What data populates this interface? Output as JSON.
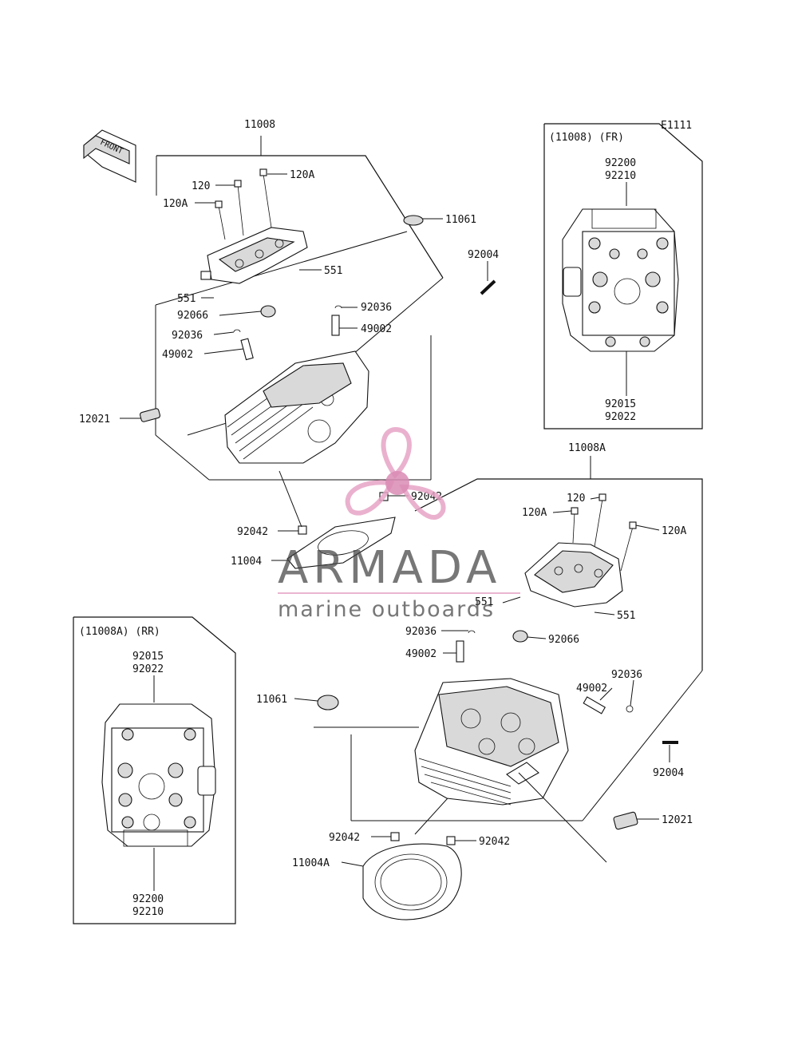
{
  "diagram": {
    "code": "E1111",
    "front_arrow_text": "FRONT",
    "inset_front": {
      "title": "(11008) (FR)",
      "top_parts": [
        "92200",
        "92210"
      ],
      "bottom_parts": [
        "92015",
        "92022"
      ]
    },
    "inset_rear": {
      "title": "(11008A) (RR)",
      "top_parts": [
        "92015",
        "92022"
      ],
      "bottom_parts": [
        "92200",
        "92210"
      ]
    },
    "front_head": {
      "assembly": "11008",
      "labels": {
        "bolt_120": "120",
        "bolt_120a_top": "120A",
        "bolt_120a_left": "120A",
        "gasket_11061": "11061",
        "dowel_551_right": "551",
        "dowel_551_left": "551",
        "stud_92004": "92004",
        "cap_92066": "92066",
        "clip_92036_right": "92036",
        "guide_49002_right": "49002",
        "clip_92036_left": "92036",
        "guide_49002_left": "49002",
        "grommet_12021": "12021",
        "pin_92042_right": "92042",
        "pin_92042_left": "92042",
        "gasket_11004": "11004"
      }
    },
    "rear_head": {
      "assembly": "11008A",
      "labels": {
        "bolt_120": "120",
        "bolt_120a_left": "120A",
        "bolt_120a_right": "120A",
        "dowel_551_left": "551",
        "dowel_551_right": "551",
        "clip_92036_left": "92036",
        "cap_92066": "92066",
        "guide_49002_left": "49002",
        "clip_92036_right": "92036",
        "guide_49002_right": "49002",
        "gasket_11061": "11061",
        "stud_92004": "92004",
        "grommet_12021": "12021",
        "pin_92042_left": "92042",
        "pin_92042_right": "92042",
        "gasket_11004a": "11004A"
      }
    }
  },
  "watermark": {
    "brand": "ARMADA",
    "tagline": "marine outboards",
    "colors": {
      "petal": "#e6a3c6",
      "center": "#d98bb4",
      "text": "#444444"
    }
  }
}
